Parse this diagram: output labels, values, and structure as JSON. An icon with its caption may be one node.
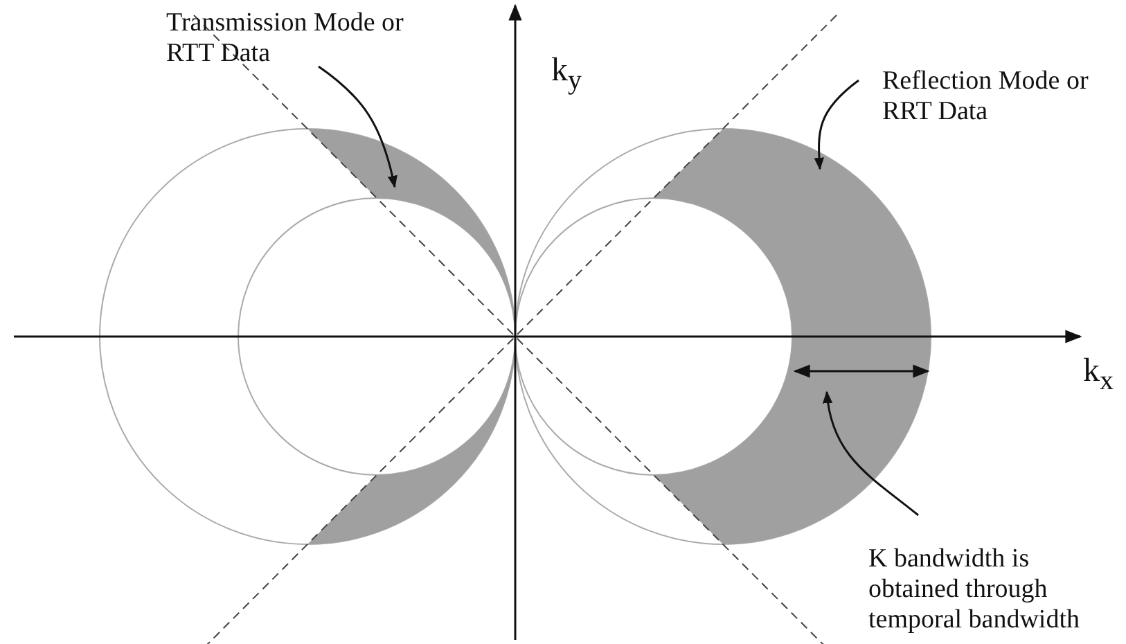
{
  "diagram": {
    "nodes": [
      {
        "text": [
          "Transmission Mode or RTT Data"
        ]
      },
      {
        "text": [],
        "shape": "crescent"
      },
      {
        "text": [
          "Reflection Mode or RRT Data"
        ]
      },
      {
        "text": [],
        "shape": "crescent"
      },
      {
        "text": [],
        "shape": "crescent"
      },
      {
        "text": [
          "K bandwidth is obtained through temporal bandwidth"
        ]
      }
    ],
    "edges": [
      {
        "from": 0,
        "to": 1,
        "arrow": "to"
      },
      {
        "from": 2,
        "to": 3,
        "arrow": "to"
      },
      {
        "from": 5,
        "to": 3,
        "arrow": "to"
      }
    ],
    "labels": [
      "k$_{y}$",
      "k$_{x}$"
    ]
  }
}
